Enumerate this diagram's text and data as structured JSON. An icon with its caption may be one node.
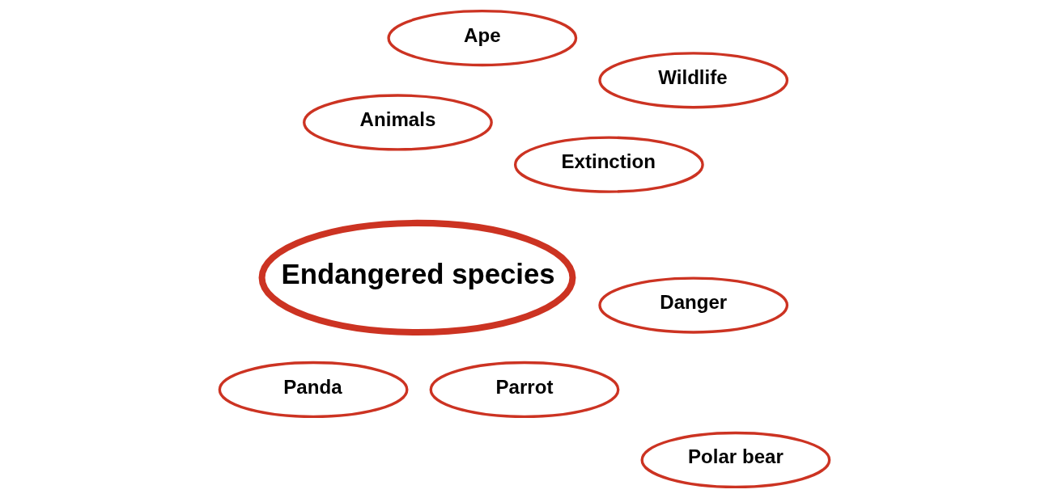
{
  "diagram": {
    "nodes": [
      {
        "text": [
          "Extinction"
        ]
      },
      {
        "text": [
          "Animals"
        ]
      },
      {
        "text": [
          "Parrot"
        ]
      },
      {
        "text": [
          "Danger"
        ]
      },
      {
        "text": [
          "Wildlife"
        ]
      },
      {
        "text": [
          "Endangered species"
        ]
      },
      {
        "text": [
          "Polar bear"
        ]
      },
      {
        "text": [
          "Ape"
        ]
      },
      {
        "text": [
          "Panda"
        ]
      }
    ],
    "edges": []
  }
}
